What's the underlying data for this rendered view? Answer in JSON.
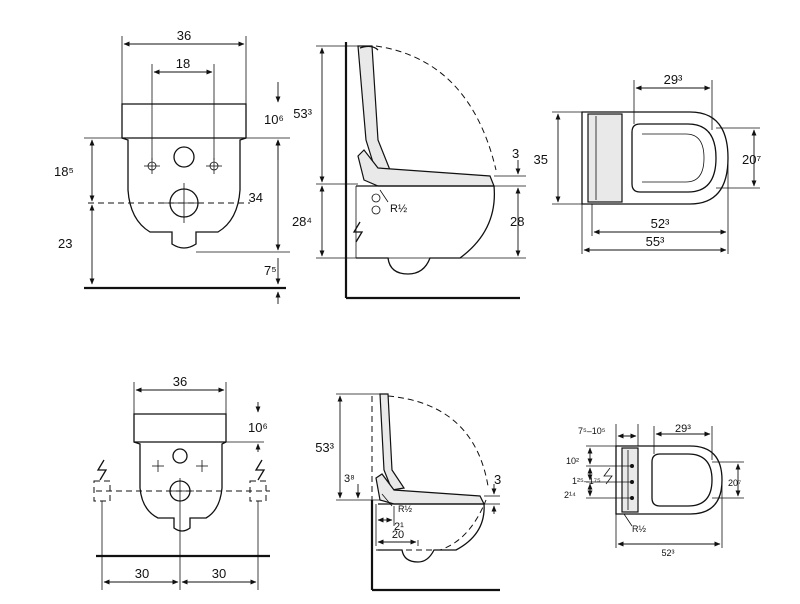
{
  "top_front": {
    "dim_width": "36",
    "dim_mount": "18",
    "dim_lid_height": "10⁶",
    "dim_upper": "18⁵",
    "dim_outlet": "34",
    "dim_floor": "23",
    "dim_offset": "7⁵"
  },
  "top_side": {
    "dim_height": "53³",
    "dim_inlet": "28⁴",
    "dim_seat_gap": "3",
    "dim_rim": "28",
    "connector": "R½"
  },
  "top_plan": {
    "dim_seat": "29³",
    "dim_width": "35",
    "dim_bowl": "20⁷",
    "dim_inner": "52³",
    "dim_outer": "55³"
  },
  "bottom_front": {
    "dim_width": "36",
    "dim_lid_height": "10⁶",
    "dim_left": "30",
    "dim_right": "30"
  },
  "bottom_side": {
    "dim_height": "53³",
    "dim_inlet": "3⁸",
    "dim_seat_gap": "3",
    "dim_offset": "2¹",
    "dim_depth": "20",
    "connector": "R½"
  },
  "bottom_plan": {
    "dim_range": "7⁵–10⁵",
    "dim_seat": "29³",
    "dim_a": "10²",
    "dim_b": "1²⁵–1⁷⁵",
    "dim_c": "2¹⁴",
    "dim_bowl": "20⁷",
    "dim_length": "52³",
    "connector": "R½"
  }
}
